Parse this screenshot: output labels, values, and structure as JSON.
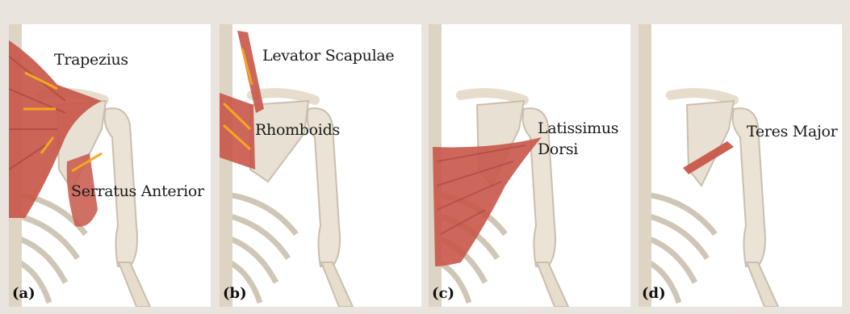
{
  "panels": [
    {
      "tag": "(a)",
      "labels": [
        "Trapezius",
        "Serratus Anterior"
      ]
    },
    {
      "tag": "(b)",
      "labels": [
        "Levator Scapulae",
        "Rhomboids"
      ]
    },
    {
      "tag": "(c)",
      "labels": [
        "Latissimus",
        "Dorsi"
      ]
    },
    {
      "tag": "(d)",
      "labels": [
        "Teres Major"
      ]
    }
  ],
  "colors": {
    "background": "#e9e4de",
    "bone": "#e8e0d2",
    "bone_shadow": "#c9bfae",
    "muscle": "#c8574a",
    "muscle_dark": "#9e3a33",
    "arrow": "#f4a81c"
  }
}
